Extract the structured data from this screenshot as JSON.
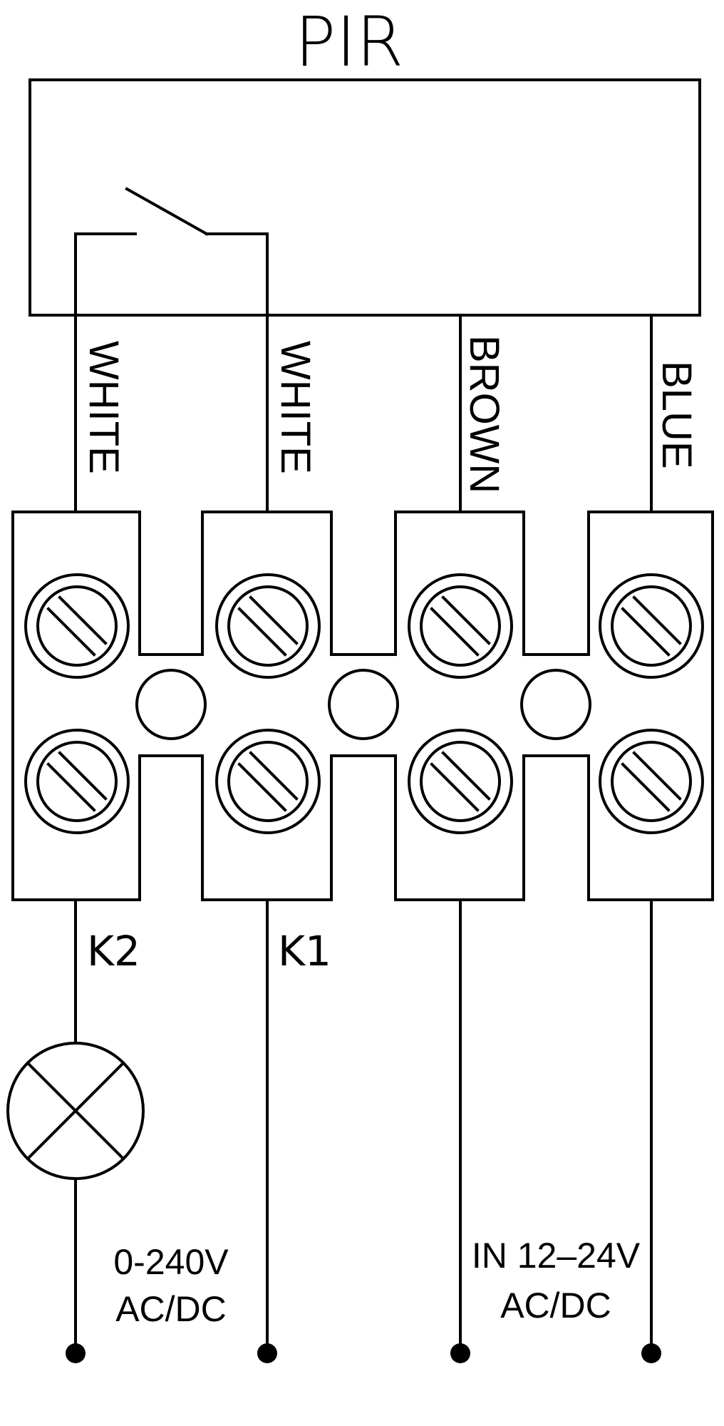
{
  "title": "PIR",
  "wires": [
    {
      "id": "w1",
      "color_label": "WHITE"
    },
    {
      "id": "w2",
      "color_label": "WHITE"
    },
    {
      "id": "w3",
      "color_label": "BROWN"
    },
    {
      "id": "w4",
      "color_label": "BLUE"
    }
  ],
  "outputs": {
    "k2": "K2",
    "k1": "K1"
  },
  "load_supply": {
    "line1": "0-240V",
    "line2": "AC/DC"
  },
  "input_supply": {
    "line1": "IN 12–24V",
    "line2": "AC/DC"
  },
  "icons": {
    "lamp": "lamp-icon",
    "switch": "switch-contact-icon",
    "screw": "terminal-screw-icon",
    "terminal_dot": "terminal-dot-icon"
  }
}
